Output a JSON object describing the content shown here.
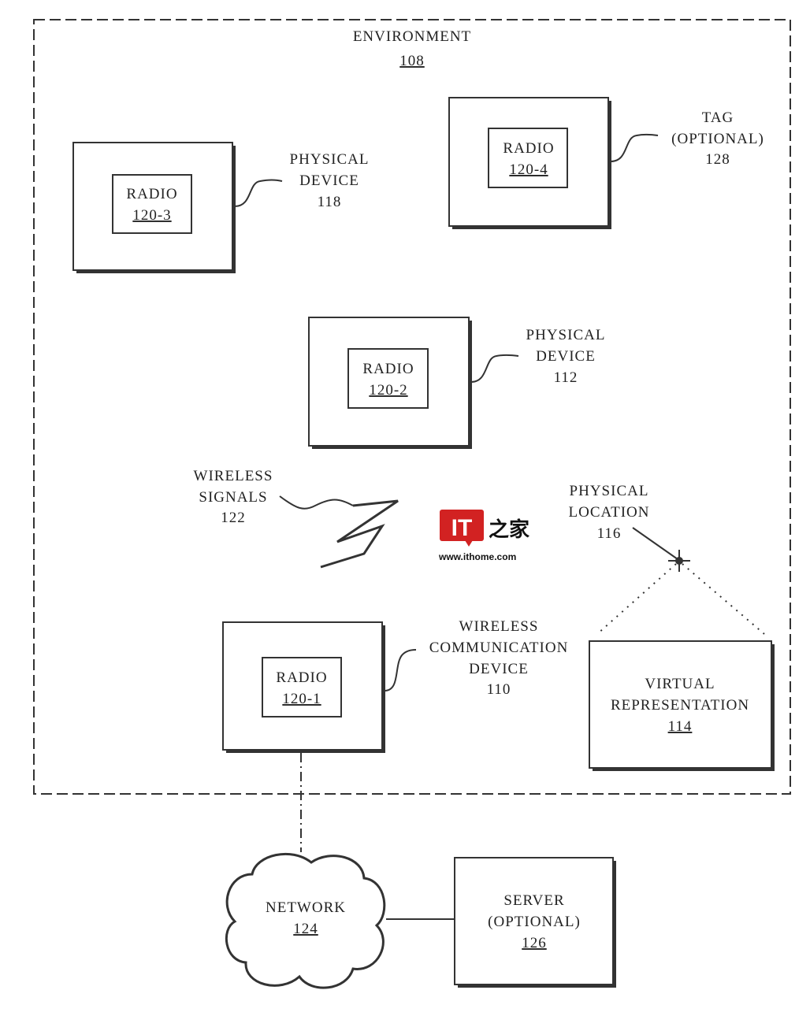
{
  "environment": {
    "label": "ENVIRONMENT",
    "ref": "108"
  },
  "device_118": {
    "radio_label": "RADIO",
    "radio_ref": "120-3",
    "caption": [
      "PHYSICAL",
      "DEVICE",
      "118"
    ]
  },
  "tag_128": {
    "radio_label": "RADIO",
    "radio_ref": "120-4",
    "caption": [
      "TAG",
      "(OPTIONAL)",
      "128"
    ]
  },
  "device_112": {
    "radio_label": "RADIO",
    "radio_ref": "120-2",
    "caption": [
      "PHYSICAL",
      "DEVICE",
      "112"
    ]
  },
  "wireless_signals": {
    "caption": [
      "WIRELESS",
      "SIGNALS",
      "122"
    ]
  },
  "physical_location": {
    "caption": [
      "PHYSICAL",
      "LOCATION",
      "116"
    ]
  },
  "virtual_representation": {
    "lines": [
      "VIRTUAL",
      "REPRESENTATION"
    ],
    "ref": "114"
  },
  "device_110": {
    "radio_label": "RADIO",
    "radio_ref": "120-1",
    "caption": [
      "WIRELESS",
      "COMMUNICATION",
      "DEVICE",
      "110"
    ]
  },
  "network": {
    "label": "NETWORK",
    "ref": "124"
  },
  "server": {
    "lines": [
      "SERVER",
      "(OPTIONAL)"
    ],
    "ref": "126"
  },
  "watermark": {
    "logo_text": "IT之家",
    "url": "www.ithome.com",
    "brand_color": "#d22222"
  }
}
